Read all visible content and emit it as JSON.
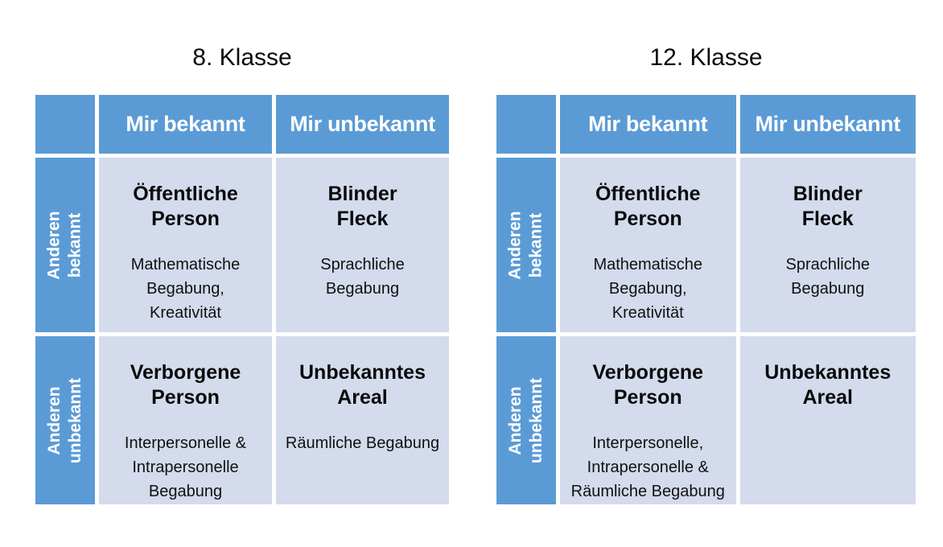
{
  "colors": {
    "page_background": "#ffffff",
    "blue": "#5b9bd5",
    "light_cell": "#d3dbec",
    "header_text": "#ffffff",
    "body_text": "#0a0a0a"
  },
  "panels": [
    {
      "title": "8. Klasse",
      "columns": [
        "Mir bekannt",
        "Mir unbekannt"
      ],
      "rows": [
        "Anderen\nbekannt",
        "Anderen\nunbekannt"
      ],
      "cells": [
        [
          {
            "title": "Öffentliche\nPerson",
            "detail": "Mathematische\nBegabung,\nKreativität"
          },
          {
            "title": "Blinder\nFleck",
            "detail": "Sprachliche\nBegabung"
          }
        ],
        [
          {
            "title": "Verborgene\nPerson",
            "detail": "Interpersonelle &\nIntrapersonelle\nBegabung"
          },
          {
            "title": "Unbekanntes\nAreal",
            "detail": "Räumliche Begabung"
          }
        ]
      ]
    },
    {
      "title": "12. Klasse",
      "columns": [
        "Mir bekannt",
        "Mir unbekannt"
      ],
      "rows": [
        "Anderen\nbekannt",
        "Anderen\nunbekannt"
      ],
      "cells": [
        [
          {
            "title": "Öffentliche\nPerson",
            "detail": "Mathematische\nBegabung,\nKreativität"
          },
          {
            "title": "Blinder\nFleck",
            "detail": "Sprachliche\nBegabung"
          }
        ],
        [
          {
            "title": "Verborgene\nPerson",
            "detail": "Interpersonelle,\nIntrapersonelle &\nRäumliche Begabung"
          },
          {
            "title": "Unbekanntes\nAreal",
            "detail": ""
          }
        ]
      ]
    }
  ]
}
